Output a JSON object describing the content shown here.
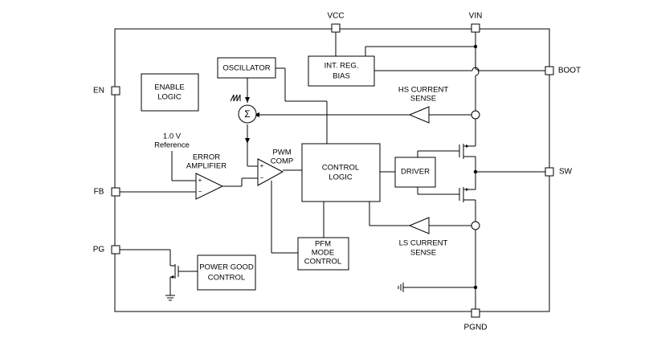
{
  "pins": {
    "vcc": "VCC",
    "vin": "VIN",
    "boot": "BOOT",
    "en": "EN",
    "fb": "FB",
    "pg": "PG",
    "sw": "SW",
    "pgnd": "PGND"
  },
  "blocks": {
    "enable_logic": [
      "ENABLE",
      "LOGIC"
    ],
    "oscillator": "OSCILLATOR",
    "int_reg_bias": [
      "INT. REG.",
      "BIAS"
    ],
    "control_logic": [
      "CONTROL",
      "LOGIC"
    ],
    "driver": "DRIVER",
    "pfm_mode_control": [
      "PFM",
      "MODE",
      "CONTROL"
    ],
    "power_good_control": [
      "POWER GOOD",
      "CONTROL"
    ]
  },
  "labels": {
    "hs_current_sense": [
      "HS CURRENT",
      "SENSE"
    ],
    "ls_current_sense": [
      "LS CURRENT",
      "SENSE"
    ],
    "reference": [
      "1.0 V",
      "Reference"
    ],
    "error_amplifier": [
      "ERROR",
      "AMPLIFIER"
    ],
    "pwm_comp": [
      "PWM",
      "COMP"
    ],
    "sum_symbol": "Σ",
    "plus": "+",
    "minus": "−"
  }
}
